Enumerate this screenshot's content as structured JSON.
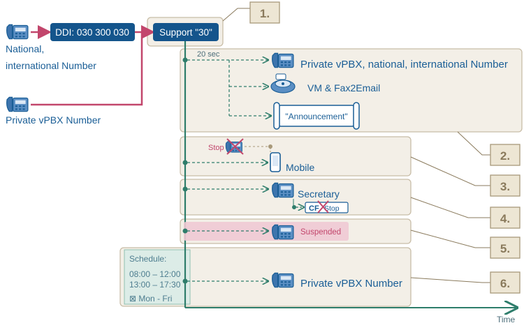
{
  "callers": {
    "national_label_line1": "National,",
    "national_label_line2": "international Number",
    "private_label": "Private vPBX Number"
  },
  "ddi_box": {
    "label": "DDI: 030 300 030"
  },
  "support_box": {
    "label": "Support \"30\""
  },
  "step_badges": [
    "1.",
    "2.",
    "3.",
    "4.",
    "5.",
    "6."
  ],
  "stage1": {
    "delay_label": "20 sec",
    "target_private": "Private vPBX, national, international Number",
    "target_vm": "VM & Fax2Email",
    "target_announcement": "\"Announcement\""
  },
  "stage2": {
    "stop_label": "Stop",
    "target": "Mobile"
  },
  "stage3": {
    "target": "Secretary",
    "cf_label": "CF",
    "cf_stop_label": "Stop"
  },
  "stage4": {
    "target": "Suspended"
  },
  "stage5": {
    "schedule_title": "Schedule:",
    "schedule_time1": "08:00 – 12:00",
    "schedule_time2": "13:00 – 17:30",
    "schedule_days": "⊠ Mon - Fri",
    "target": "Private vPBX Number"
  },
  "axis": {
    "label": "Time"
  },
  "colors": {
    "blue": "#1a5e96",
    "dark_blue_box": "#14558c",
    "red": "#c2466c",
    "teal": "#2e7d6b",
    "panel_fill": "#f3efe7",
    "panel_stroke": "#c8bda7",
    "badge_fill": "#ede6d4",
    "badge_text": "#8a7a5c"
  }
}
